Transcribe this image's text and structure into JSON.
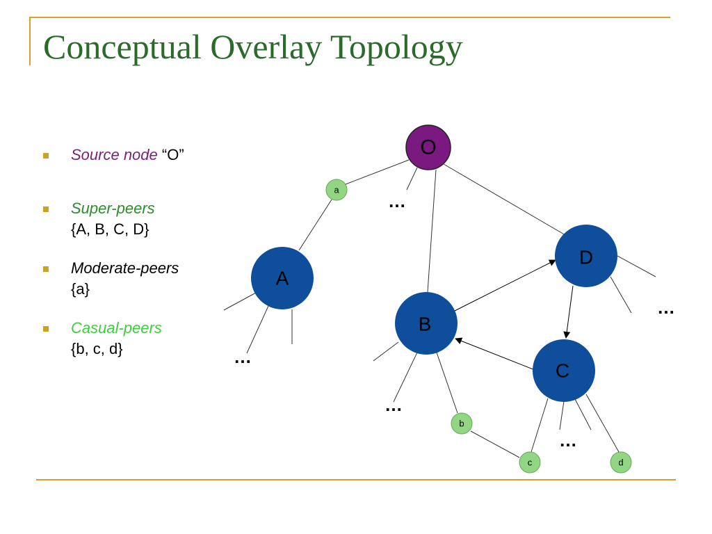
{
  "slide": {
    "title": "Conceptual Overlay Topology"
  },
  "bullets": [
    {
      "term": "Source node",
      "suffix": " “O”",
      "detail": ""
    },
    {
      "term": "Super-peers",
      "suffix": "",
      "detail": "{A, B, C, D}"
    },
    {
      "term": "Moderate-peers",
      "suffix": "",
      "detail": "{a}"
    },
    {
      "term": "Casual-peers",
      "suffix": "",
      "detail": "{b, c, d}"
    }
  ],
  "diagram": {
    "nodes": {
      "source": "O",
      "super_a": "A",
      "super_b": "B",
      "super_c": "C",
      "super_d": "D",
      "moderate_a": "a",
      "casual_b": "b",
      "casual_c": "c",
      "casual_d": "d"
    },
    "ellipsis": "…"
  },
  "colors": {
    "title": "#2a6b2a",
    "source_node": "#7a1a80",
    "super_peer": "#0f4e9a",
    "casual_peer": "#92d684",
    "rule": "#d4a22a"
  }
}
